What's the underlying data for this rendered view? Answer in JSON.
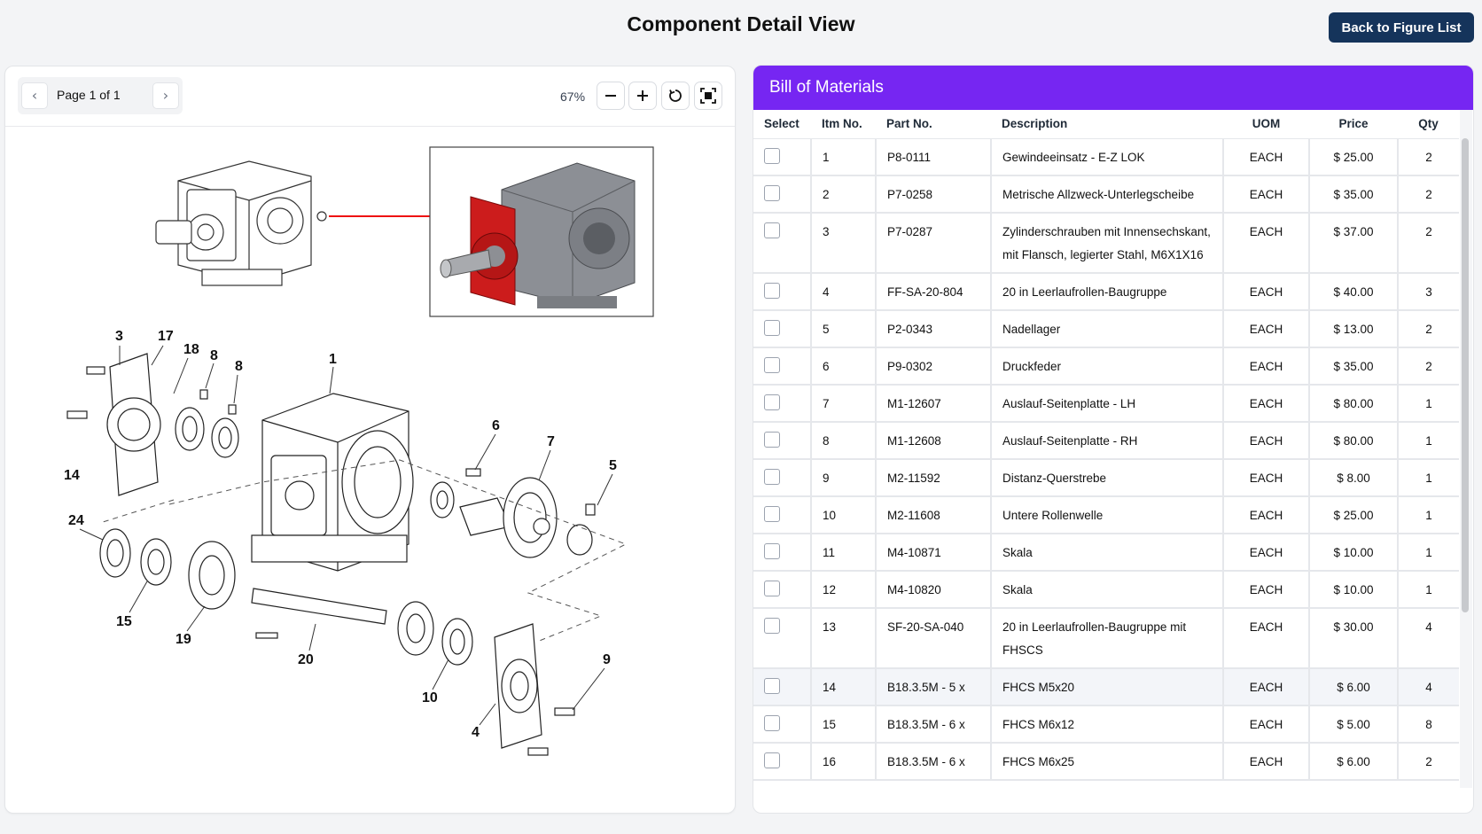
{
  "header": {
    "title": "Component Detail View",
    "back_label": "Back to Figure List"
  },
  "viewer": {
    "page_label": "Page 1 of 1",
    "zoom": "67%",
    "callouts": [
      "3",
      "17",
      "18",
      "8",
      "8",
      "1",
      "6",
      "7",
      "5",
      "14",
      "24",
      "15",
      "19",
      "20",
      "10",
      "4",
      "9"
    ]
  },
  "bom": {
    "title": "Bill of Materials",
    "columns": [
      "Select",
      "Itm No.",
      "Part No.",
      "Description",
      "UOM",
      "Price",
      "Qty"
    ],
    "rows": [
      {
        "itm": "1",
        "part": "P8-0111",
        "desc": "Gewindeeinsatz - E-Z LOK",
        "uom": "EACH",
        "price": "$ 25.00",
        "qty": "2"
      },
      {
        "itm": "2",
        "part": "P7-0258",
        "desc": "Metrische Allzweck-Unterlegscheibe",
        "uom": "EACH",
        "price": "$ 35.00",
        "qty": "2"
      },
      {
        "itm": "3",
        "part": "P7-0287",
        "desc": "Zylinderschrauben mit Innensechskant, mit Flansch, legierter Stahl, M6X1X16",
        "uom": "EACH",
        "price": "$ 37.00",
        "qty": "2"
      },
      {
        "itm": "4",
        "part": "FF-SA-20-804",
        "desc": "20 in Leerlaufrollen-Baugruppe",
        "uom": "EACH",
        "price": "$ 40.00",
        "qty": "3"
      },
      {
        "itm": "5",
        "part": "P2-0343",
        "desc": "Nadellager",
        "uom": "EACH",
        "price": "$ 13.00",
        "qty": "2"
      },
      {
        "itm": "6",
        "part": "P9-0302",
        "desc": "Druckfeder",
        "uom": "EACH",
        "price": "$ 35.00",
        "qty": "2"
      },
      {
        "itm": "7",
        "part": "M1-12607",
        "desc": "Auslauf-Seitenplatte - LH",
        "uom": "EACH",
        "price": "$ 80.00",
        "qty": "1"
      },
      {
        "itm": "8",
        "part": "M1-12608",
        "desc": "Auslauf-Seitenplatte - RH",
        "uom": "EACH",
        "price": "$ 80.00",
        "qty": "1"
      },
      {
        "itm": "9",
        "part": "M2-11592",
        "desc": "Distanz-Querstrebe",
        "uom": "EACH",
        "price": "$ 8.00",
        "qty": "1"
      },
      {
        "itm": "10",
        "part": "M2-11608",
        "desc": "Untere Rollenwelle",
        "uom": "EACH",
        "price": "$ 25.00",
        "qty": "1"
      },
      {
        "itm": "11",
        "part": "M4-10871",
        "desc": "Skala",
        "uom": "EACH",
        "price": "$ 10.00",
        "qty": "1"
      },
      {
        "itm": "12",
        "part": "M4-10820",
        "desc": "Skala",
        "uom": "EACH",
        "price": "$ 10.00",
        "qty": "1"
      },
      {
        "itm": "13",
        "part": "SF-20-SA-040",
        "desc": "20 in Leerlaufrollen-Baugruppe mit FHSCS",
        "uom": "EACH",
        "price": "$ 30.00",
        "qty": "4"
      },
      {
        "itm": "14",
        "part": "B18.3.5M - 5 x",
        "desc": "FHCS M5x20",
        "uom": "EACH",
        "price": "$ 6.00",
        "qty": "4"
      },
      {
        "itm": "15",
        "part": "B18.3.5M - 6 x",
        "desc": "FHCS M6x12",
        "uom": "EACH",
        "price": "$ 5.00",
        "qty": "8"
      },
      {
        "itm": "16",
        "part": "B18.3.5M - 6 x",
        "desc": "FHCS M6x25",
        "uom": "EACH",
        "price": "$ 6.00",
        "qty": "2"
      }
    ]
  }
}
